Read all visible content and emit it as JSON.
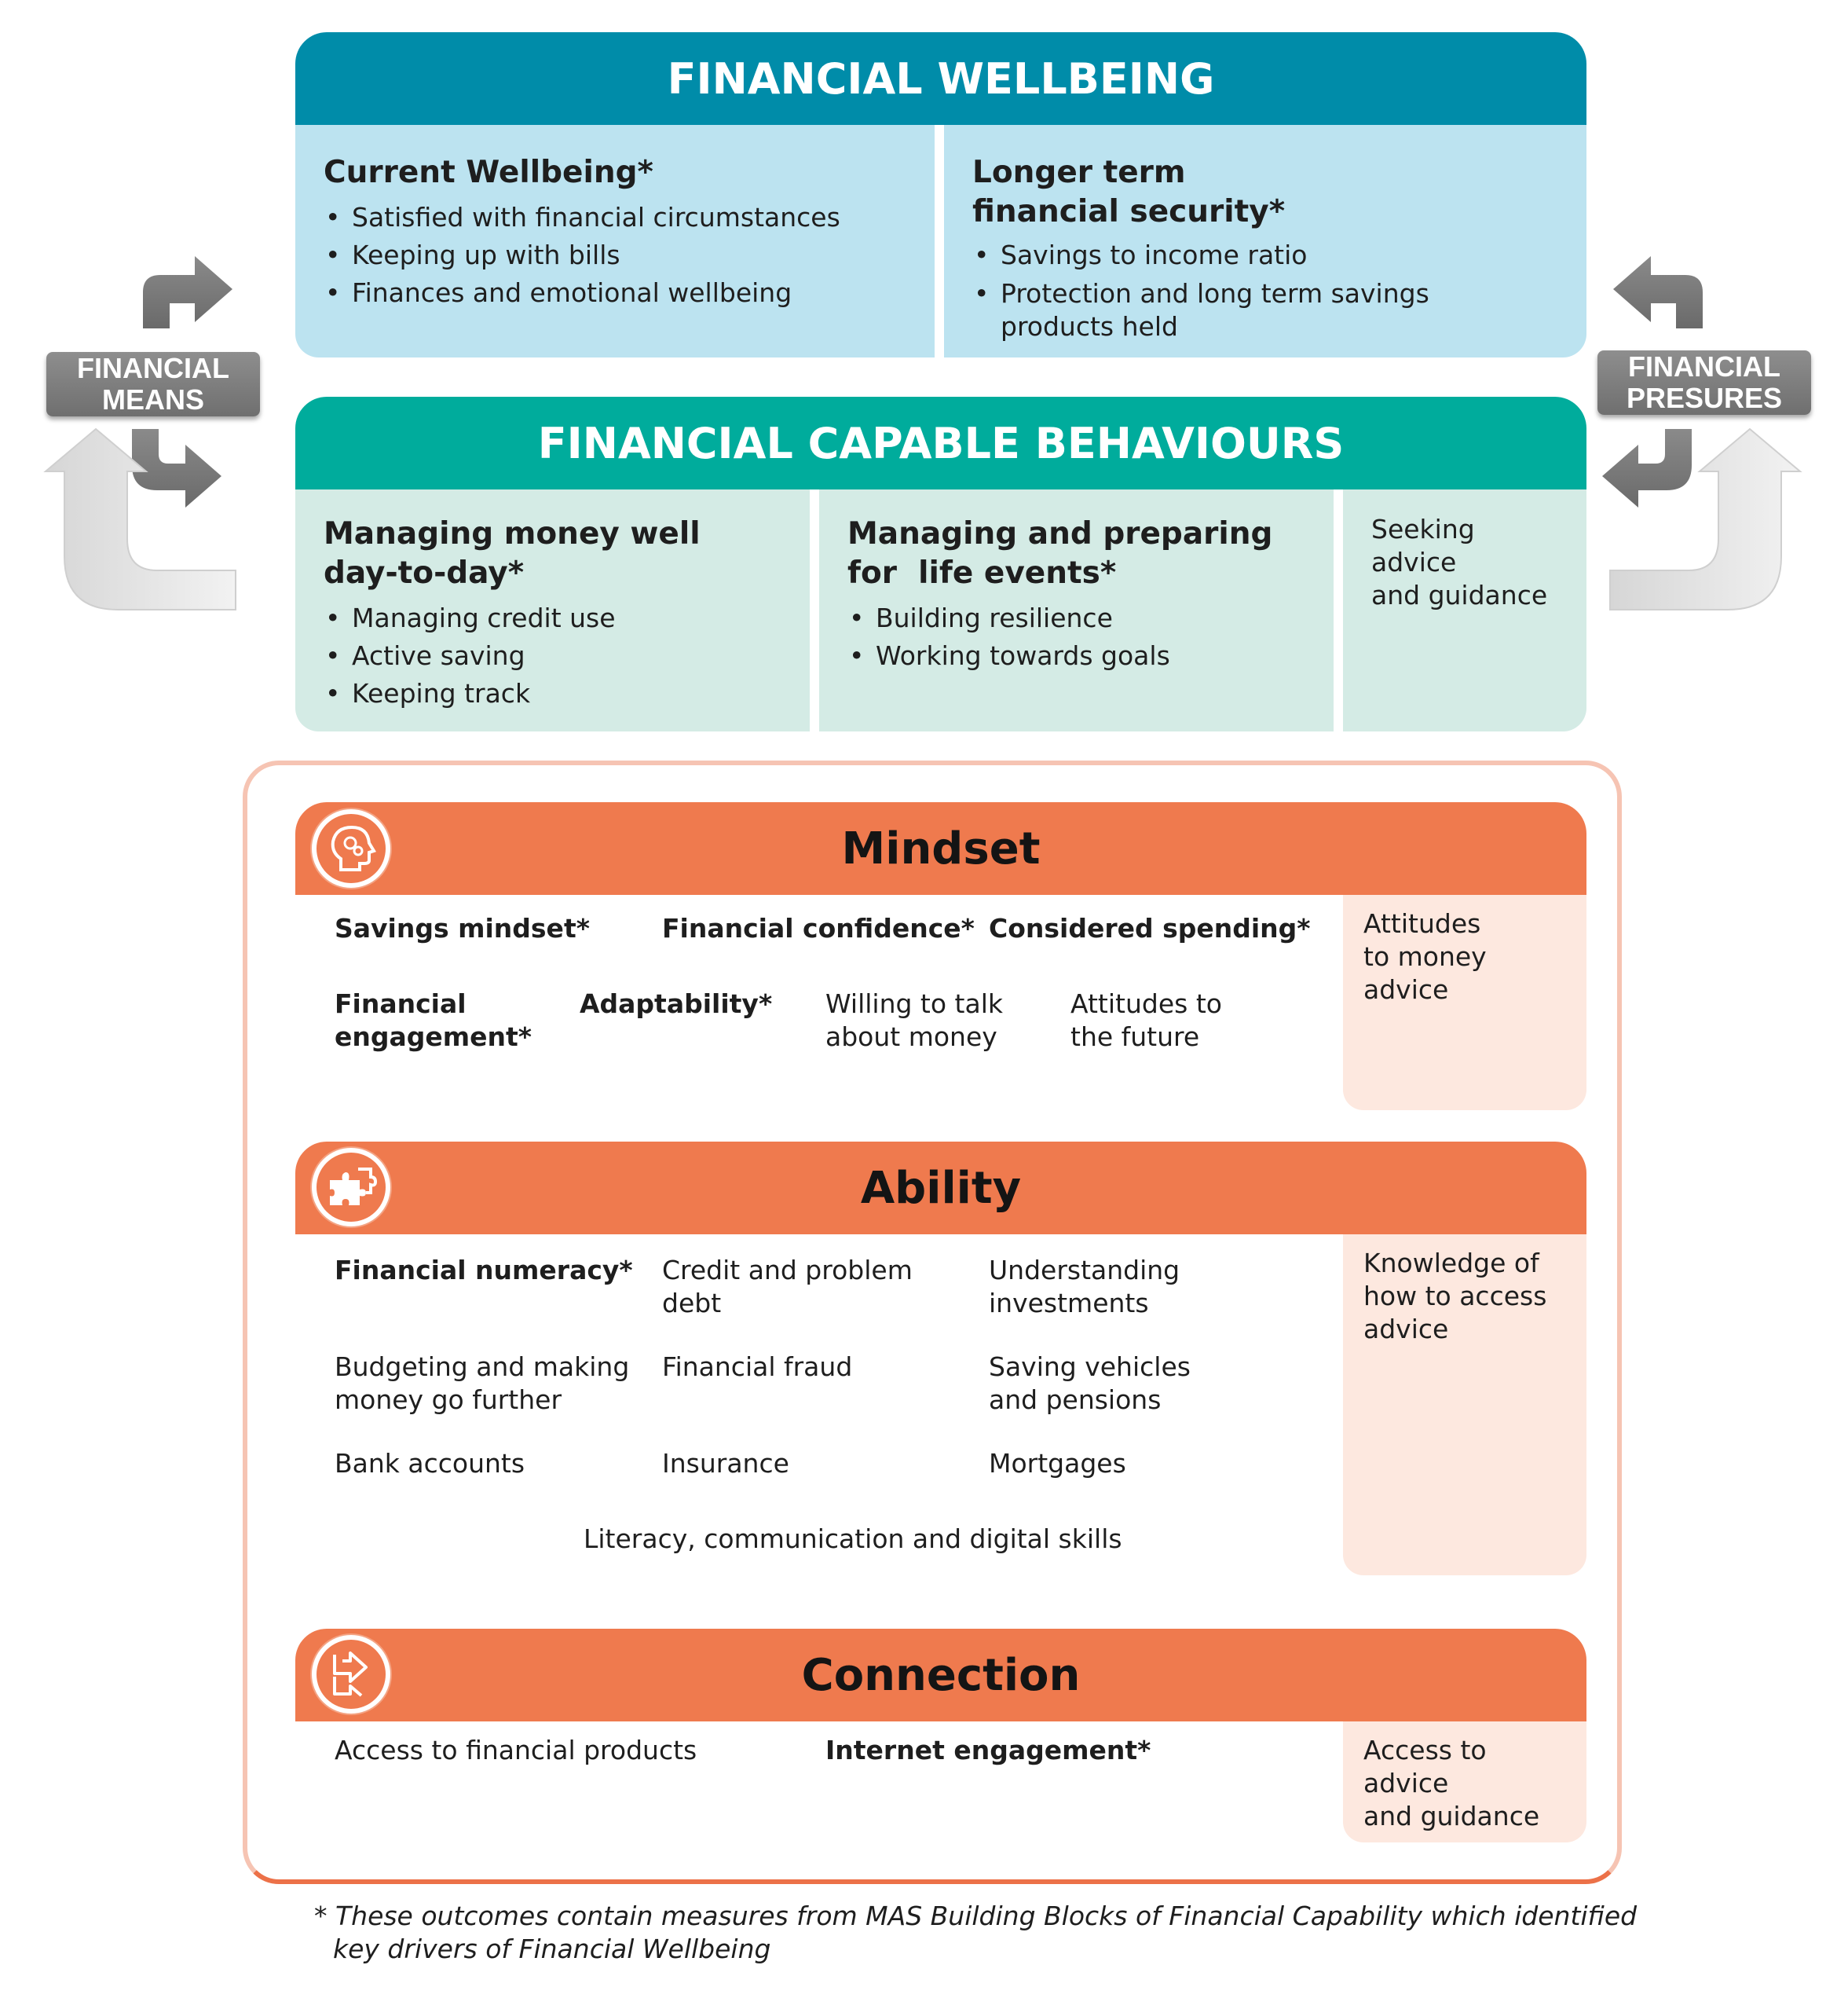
{
  "financial_wellbeing": {
    "title": "FINANCIAL WELLBEING",
    "current": {
      "title": "Current Wellbeing*",
      "items": [
        "Satisfied with financial circumstances",
        "Keeping up with bills",
        "Finances and emotional wellbeing"
      ]
    },
    "longer": {
      "title_line1": "Longer term",
      "title_line2": "financial security*",
      "items": [
        "Savings to income ratio",
        "Protection and long term savings products held"
      ]
    }
  },
  "capable_behaviours": {
    "title": "FINANCIAL CAPABLE BEHAVIOURS",
    "managing": {
      "title_line1": "Managing money well",
      "title_line2": "day-to-day*",
      "items": [
        "Managing credit use",
        "Active saving",
        "Keeping track"
      ]
    },
    "preparing": {
      "title_line1": "Managing and preparing",
      "title_line2": "for  life events*",
      "items": [
        "Building resilience",
        "Working towards goals"
      ]
    },
    "seeking": {
      "line1": "Seeking advice",
      "line2": "and guidance"
    }
  },
  "side": {
    "means_line1": "FINANCIAL",
    "means_line2": "MEANS",
    "pressures_line1": "FINANCIAL",
    "pressures_line2": "PRESURES"
  },
  "mindset": {
    "title": "Mindset",
    "savings": "Savings mindset*",
    "confidence": "Financial confidence*",
    "considered": "Considered spending*",
    "engagement_line1": "Financial",
    "engagement_line2": "engagement*",
    "adaptability": "Adaptability*",
    "willing_line1": "Willing to talk",
    "willing_line2": "about money",
    "future_line1": "Attitudes to",
    "future_line2": "the future",
    "side_line1": "Attitudes",
    "side_line2": "to money advice"
  },
  "ability": {
    "title": "Ability",
    "numeracy": "Financial numeracy*",
    "credit_line1": "Credit and problem",
    "credit_line2": "debt",
    "investments_line1": "Understanding",
    "investments_line2": "investments",
    "budgeting_line1": "Budgeting and making",
    "budgeting_line2": "money go further",
    "fraud": "Financial fraud",
    "saving_line1": "Saving vehicles",
    "saving_line2": "and pensions",
    "bank": "Bank accounts",
    "insurance": "Insurance",
    "mortgages": "Mortgages",
    "literacy": "Literacy, communication and digital skills",
    "side_line1": "Knowledge of",
    "side_line2": "how to access",
    "side_line3": "advice"
  },
  "connection": {
    "title": "Connection",
    "access_products": "Access to financial products",
    "internet": "Internet engagement*",
    "side_line1": "Access to advice",
    "side_line2": "and guidance"
  },
  "footnote": {
    "line1": "* These outcomes contain measures from MAS Building Blocks of Financial Capability which identified",
    "line2": "key drivers of Financial Wellbeing"
  },
  "icons": {
    "mindset": "head-gears-icon",
    "ability": "puzzle-icon",
    "connection": "exchange-arrows-icon"
  },
  "colors": {
    "wellbeing_header": "#008ca9",
    "wellbeing_panel": "#bce3f0",
    "behaviours_header": "#00ac9c",
    "behaviours_panel": "#d4ebe5",
    "orange_header": "#ef7a4e",
    "pink_panel": "#fde8df",
    "side_label": "#7f7f7f"
  }
}
